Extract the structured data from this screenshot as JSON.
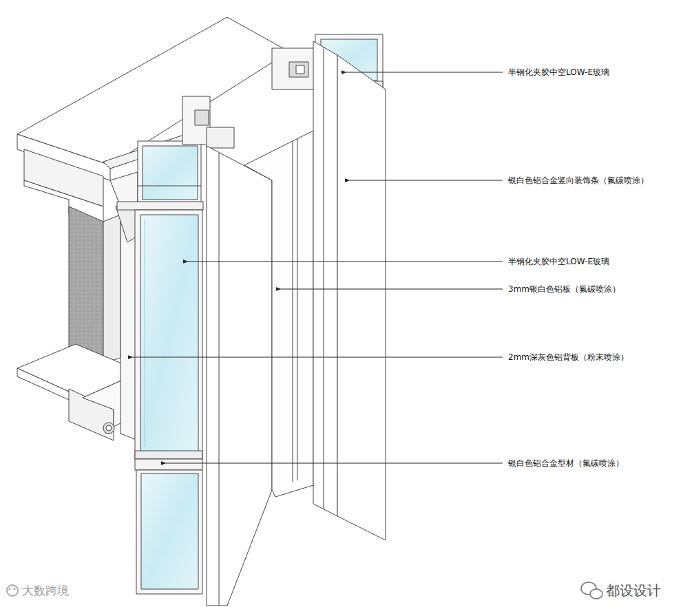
{
  "diagram": {
    "labels": [
      "半钢化夹胶中空LOW-E玻璃",
      "银白色铝合金竖向装饰条（氟碳喷涂）",
      "半钢化夹胶中空LOW-E玻璃",
      "3mm银白色铝板（氟碳喷涂）",
      "2mm深灰色铝背板（粉末喷涂）",
      "银白色铝合金型材（氟碳喷涂）",
      "大数跨境",
      "都设设计"
    ]
  }
}
